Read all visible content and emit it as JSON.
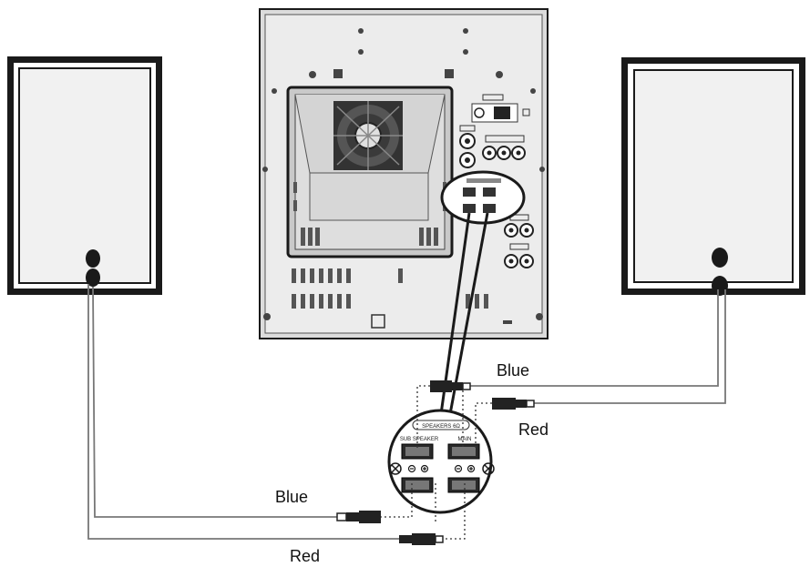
{
  "labels": {
    "blue_right": "Blue",
    "red_right": "Red",
    "blue_left": "Blue",
    "red_left": "Red",
    "terminal_header": "SPEAKERS 6Ω",
    "sub_speaker": "SUB SPEAKER",
    "main": "MAIN"
  },
  "colors": {
    "outline": "#1a1a1a",
    "panel": "#eeeeee",
    "wire": "#777777",
    "lead": "#222222"
  }
}
